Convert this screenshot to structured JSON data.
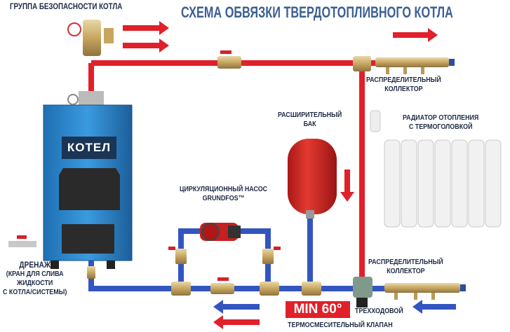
{
  "title": "СХЕМА ОБВЯЗКИ ТВЕРДОТОПЛИВНОГО КОТЛА",
  "labels": {
    "safety_group": "ГРУППА БЕЗОПАСНОСТИ КОТЛА",
    "manifold_top_1": "РАСПРЕДЕЛИТЕЛЬНЫЙ",
    "manifold_top_2": "КОЛЛЕКТОР",
    "tank_1": "РАСШИРИТЕЛЬНЫЙ",
    "tank_2": "БАК",
    "radiator_1": "РАДИАТОР ОТОПЛЕНИЯ",
    "radiator_2": "С ТЕРМОГОЛОВКОЙ",
    "pump_1": "ЦИРКУЛЯЦИОННЫЙ НАСОС",
    "pump_2": "GRUNDFOS™",
    "boiler": "КОТЕЛ",
    "drain_1": "ДРЕНАЖ",
    "drain_2": "(КРАН ДЛЯ СЛИВА",
    "drain_3": "ЖИДКОСТИ",
    "drain_4": "С КОТЛА/СИСТЕМЫ)",
    "manifold_bottom_1": "РАСПРЕДЕЛИТЕЛЬНЫЙ",
    "manifold_bottom_2": "КОЛЛЕКТОР",
    "min_temp": "MIN 60°",
    "valve_1": "ТРЕХХОДОВОЙ",
    "valve_2": "ТЕРМОСМЕСИТЕЛЬНЫЙ КЛАПАН"
  },
  "colors": {
    "hot": "#e0202a",
    "cold": "#3355c0",
    "boiler": "#2e8fd6",
    "title": "#3d5f94"
  }
}
